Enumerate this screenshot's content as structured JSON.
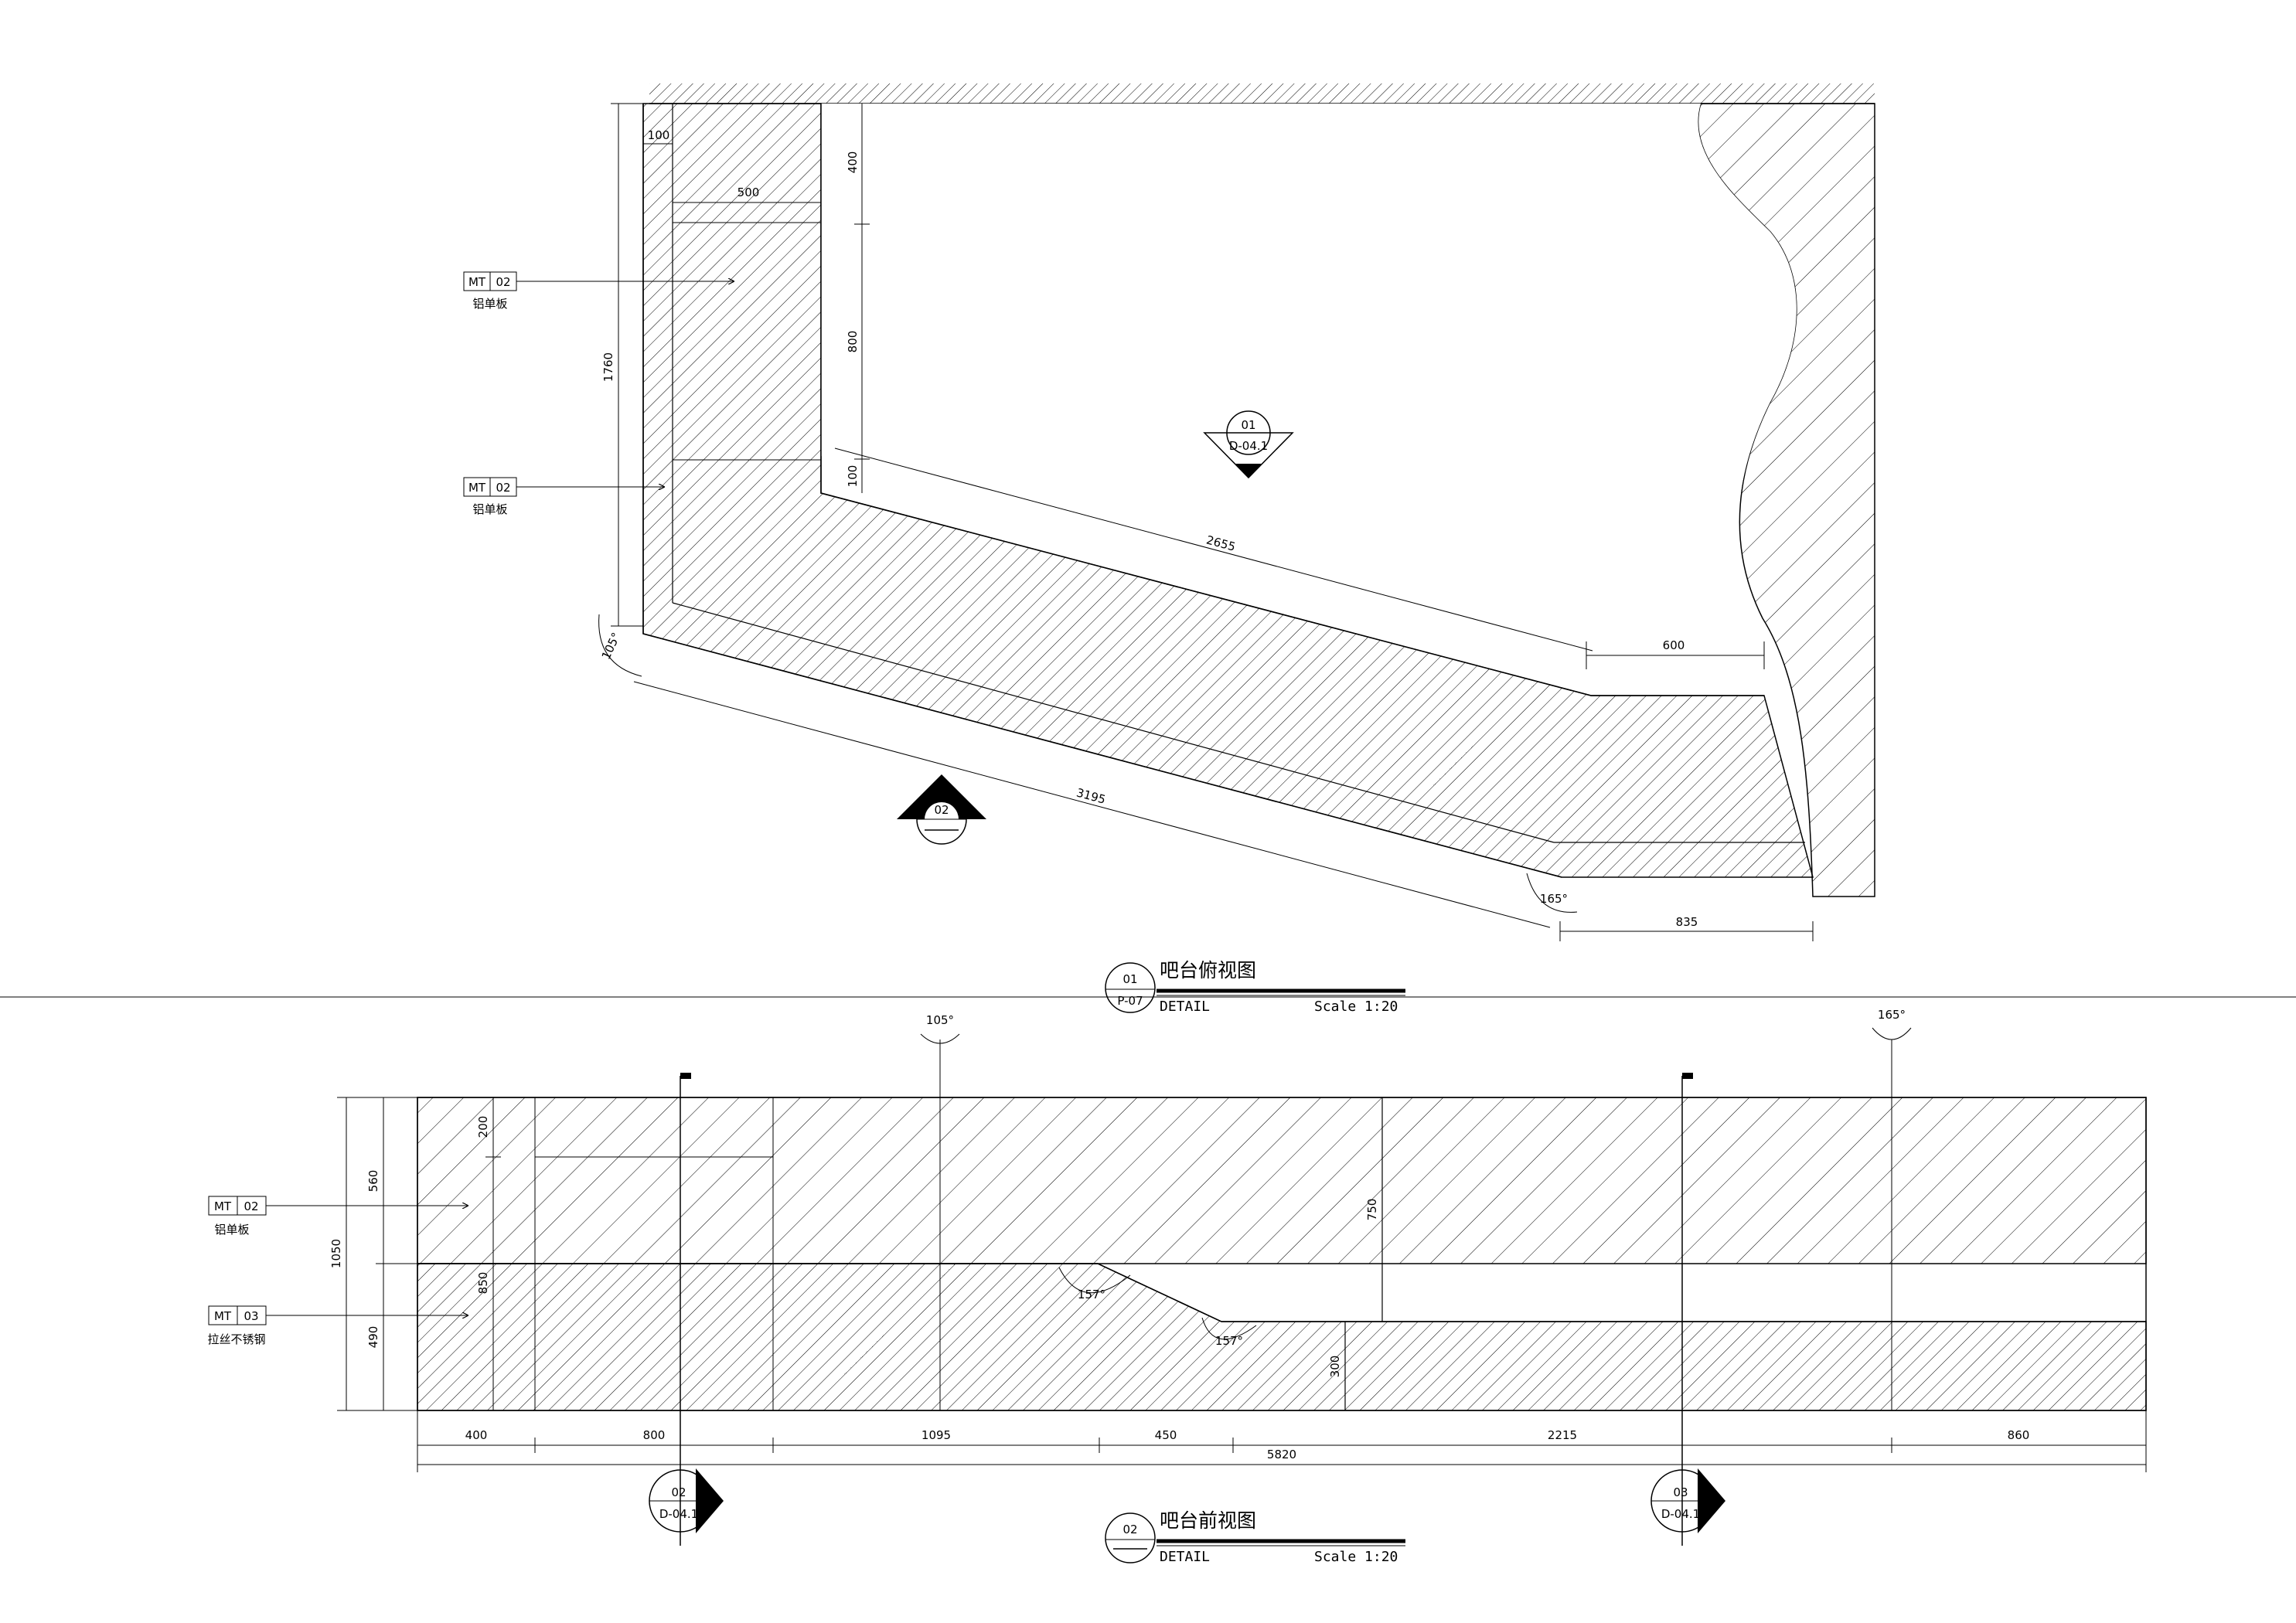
{
  "plan_view": {
    "title": "吧台俯视图",
    "subtitle": "DETAIL",
    "scale": "Scale 1:20",
    "marker": {
      "number": "01",
      "sheet": "P-07"
    },
    "dims": {
      "d100_top": "100",
      "d500": "500",
      "d400": "400",
      "d800": "800",
      "d100_mid": "100",
      "d1760": "1760",
      "d2655": "2655",
      "d600": "600",
      "d3195": "3195",
      "d835": "835"
    },
    "angles": {
      "a105": "105°",
      "a165": "165°"
    },
    "section_marker": {
      "number": "01",
      "sheet": "D-04.1"
    },
    "elevation_marker": {
      "number": "02"
    },
    "tags": [
      {
        "code": "MT",
        "num": "02",
        "label": "铝单板"
      },
      {
        "code": "MT",
        "num": "02",
        "label": "铝单板"
      }
    ]
  },
  "front_view": {
    "title": "吧台前视图",
    "subtitle": "DETAIL",
    "scale": "Scale 1:20",
    "marker": {
      "number": "02"
    },
    "dims_bottom": [
      "400",
      "800",
      "1095",
      "450",
      "2215",
      "860"
    ],
    "dim_total": "5820",
    "dims_left": {
      "d1050": "1050",
      "d560": "560",
      "d490": "490",
      "d200": "200",
      "d850": "850"
    },
    "dims_inner": {
      "d750": "750",
      "d300": "300"
    },
    "angles": {
      "a105": "105°",
      "a165": "165°",
      "a157a": "157°",
      "a157b": "157°"
    },
    "section_markers": [
      {
        "number": "02",
        "sheet": "D-04.1"
      },
      {
        "number": "03",
        "sheet": "D-04.1"
      }
    ],
    "tags": [
      {
        "code": "MT",
        "num": "02",
        "label": "铝单板"
      },
      {
        "code": "MT",
        "num": "03",
        "label": "拉丝不锈钢"
      }
    ]
  }
}
